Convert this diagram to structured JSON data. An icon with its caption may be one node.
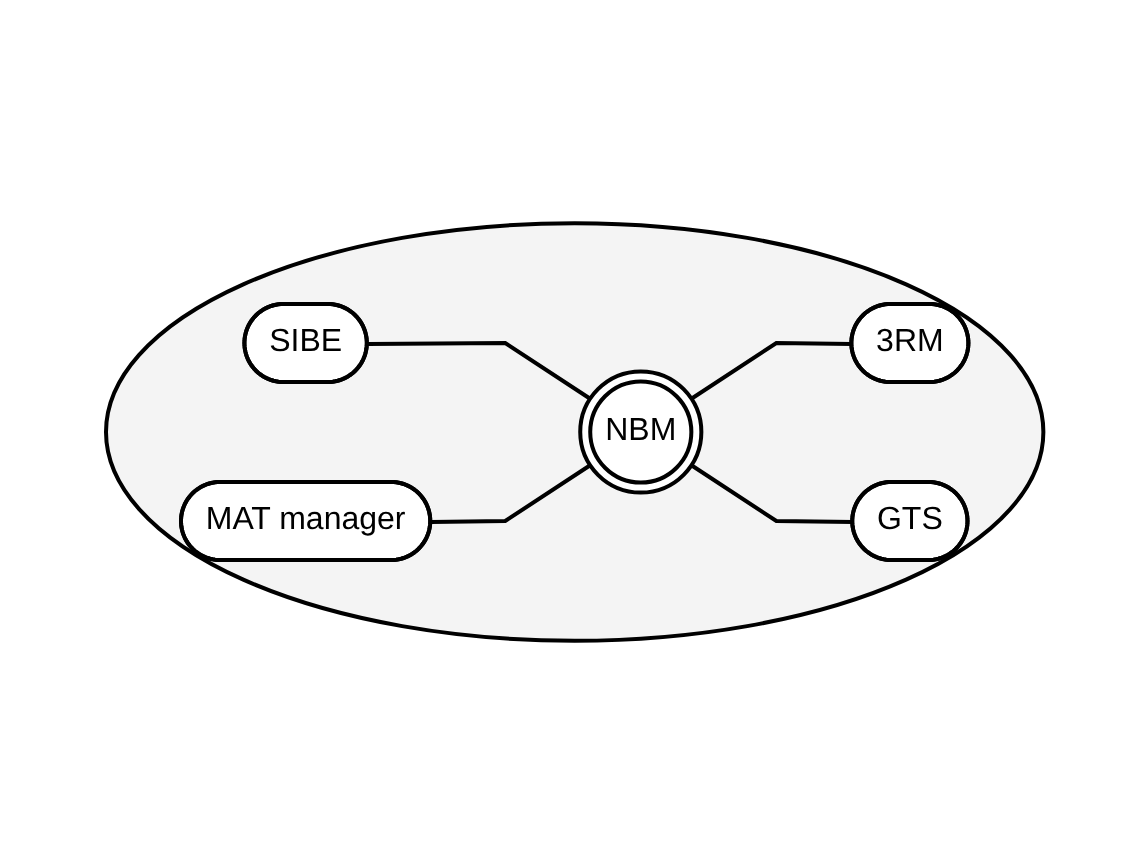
{
  "diagram": {
    "nodes": [
      {
        "text": [],
        "shape": "ellipse"
      },
      {
        "text": [
          "SIBE"
        ],
        "in": 0
      },
      {
        "text": [
          "3RM"
        ],
        "in": 0
      },
      {
        "text": [
          "NBM"
        ],
        "in": 0
      },
      {
        "text": [
          "MAT manager"
        ],
        "in": 0
      },
      {
        "text": [
          "GTS"
        ],
        "in": 0
      }
    ],
    "edges": [
      {
        "from": 1,
        "to": 3,
        "arrow": "none"
      },
      {
        "from": 3,
        "to": 2,
        "arrow": "none"
      },
      {
        "from": 4,
        "to": 3,
        "arrow": "none"
      },
      {
        "from": 3,
        "to": 5,
        "arrow": "none"
      }
    ]
  }
}
